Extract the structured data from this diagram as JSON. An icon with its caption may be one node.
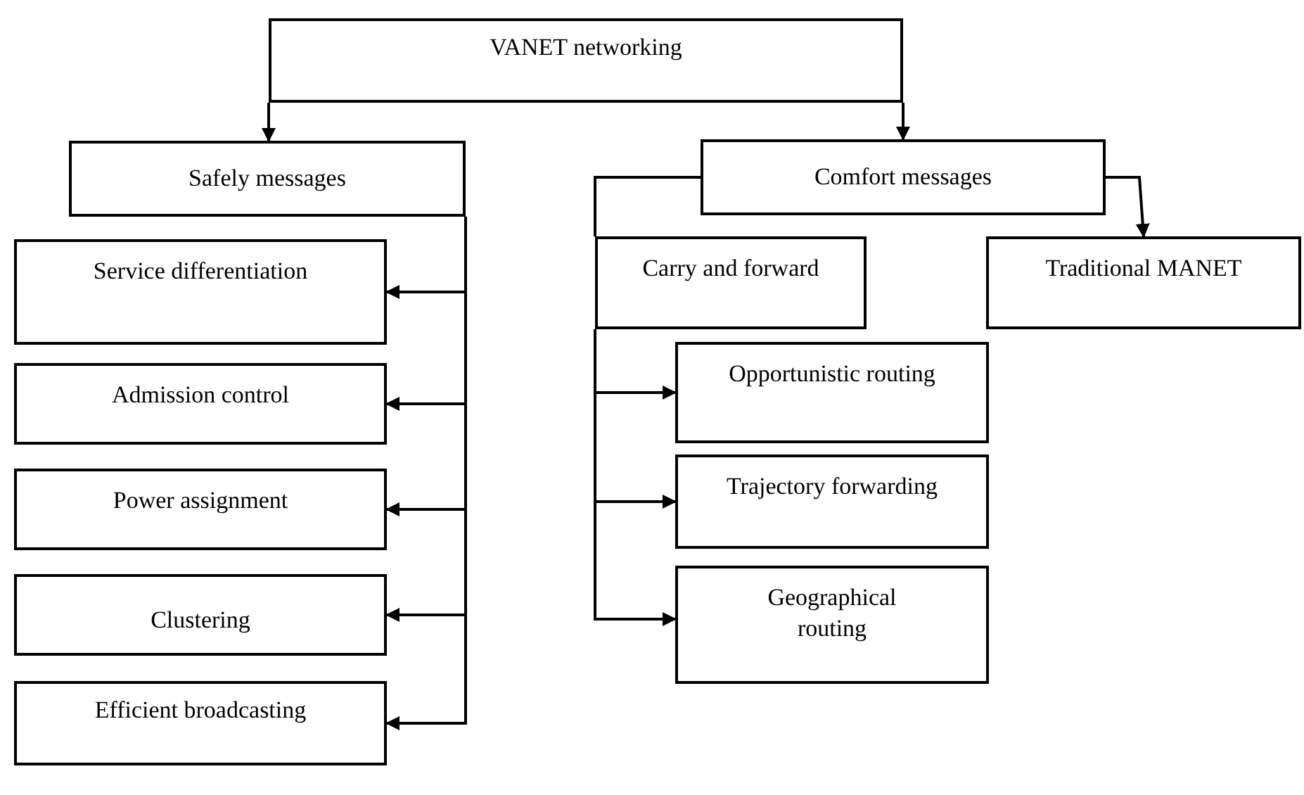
{
  "diagram": {
    "nodes": [
      {
        "text": [
          "VANET networking"
        ]
      },
      {
        "text": [
          "Safely messages"
        ]
      },
      {
        "text": [
          "Comfort messages"
        ]
      },
      {
        "text": [
          "Service differentiation"
        ]
      },
      {
        "text": [
          "Admission control"
        ]
      },
      {
        "text": [
          "Power assignment"
        ]
      },
      {
        "text": [
          "Clustering"
        ]
      },
      {
        "text": [
          "Efficient broadcasting"
        ]
      },
      {
        "text": [
          "Carry and forward"
        ]
      },
      {
        "text": [
          "Traditional MANET"
        ]
      },
      {
        "text": [
          "Opportunistic routing"
        ]
      },
      {
        "text": [
          "Trajectory forwarding"
        ]
      },
      {
        "text": [
          "Geographical routing"
        ]
      }
    ],
    "edges": [
      {
        "from": 0,
        "to": 1,
        "arrow": "to"
      },
      {
        "from": 0,
        "to": 2,
        "arrow": "to"
      },
      {
        "from": 1,
        "to": 3,
        "arrow": "to"
      },
      {
        "from": 1,
        "to": 4,
        "arrow": "to"
      },
      {
        "from": 1,
        "to": 5,
        "arrow": "to"
      },
      {
        "from": 1,
        "to": 6,
        "arrow": "to"
      },
      {
        "from": 1,
        "to": 7,
        "arrow": "to"
      },
      {
        "from": 2,
        "to": 8,
        "arrow": "none"
      },
      {
        "from": 2,
        "to": 9,
        "arrow": "to"
      },
      {
        "from": 8,
        "to": 10,
        "arrow": "to"
      },
      {
        "from": 8,
        "to": 11,
        "arrow": "to"
      },
      {
        "from": 8,
        "to": 12,
        "arrow": "to"
      }
    ]
  }
}
